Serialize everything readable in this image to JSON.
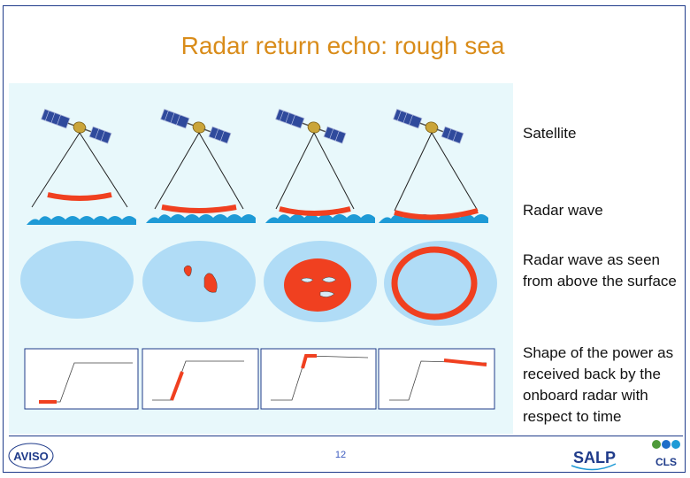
{
  "title": "Radar return echo: rough sea",
  "labels": {
    "satellite": "Satellite",
    "radar_wave": "Radar wave",
    "radar_wave_above": "Radar wave as seen from above the surface",
    "power_shape": "Shape of the power as received back by the onboard radar with respect to time"
  },
  "footer": {
    "page_number": "12",
    "aviso_logo_text": "AVISO",
    "salp_logo_text": "SALP",
    "cls_logo_text": "CLS"
  },
  "colors": {
    "title": "#d98c1a",
    "radar": "#f04020",
    "sea": "#1e9ad6",
    "footprint_disc": "#b0dcf6",
    "panel_bg": "#e8f8fb",
    "frame": "#1f3b8a"
  },
  "icons": [
    "satellite-icon",
    "sea-waves-icon"
  ]
}
